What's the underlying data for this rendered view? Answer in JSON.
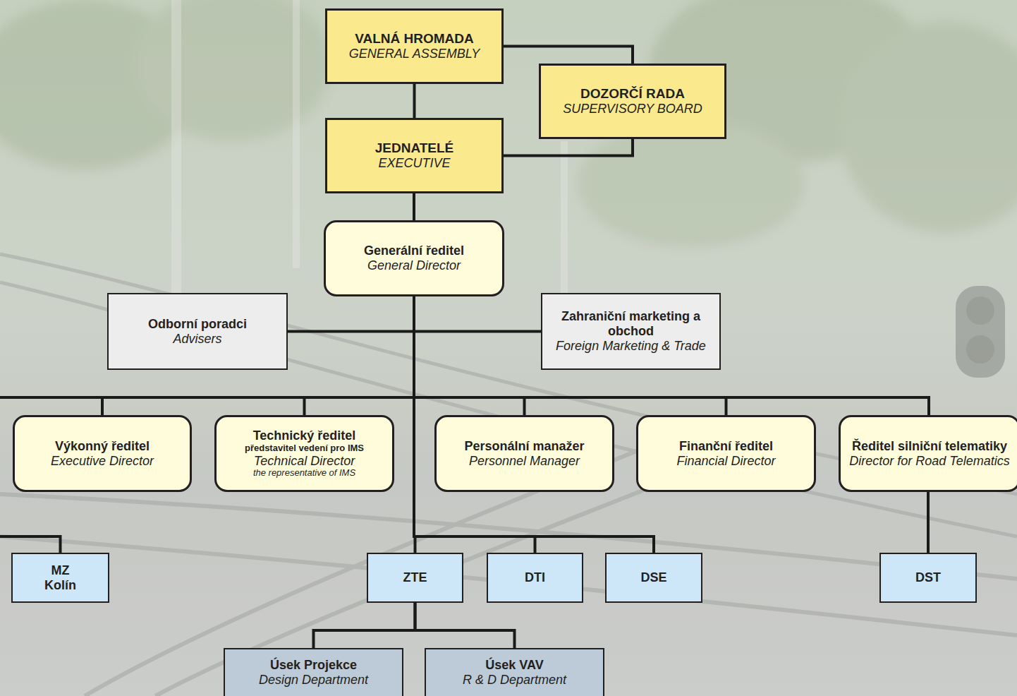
{
  "diagram": {
    "nodes": [
      {
        "text": [
          "VALNÁ HROMADA",
          "GENERAL ASSEMBLY"
        ]
      },
      {
        "text": [
          "DOZORČÍ RADA",
          "SUPERVISORY BOARD"
        ]
      },
      {
        "text": [
          "JEDNATELÉ",
          "EXECUTIVE"
        ]
      },
      {
        "text": [
          "Generální ředitel",
          "General Director"
        ]
      },
      {
        "text": [
          "Odborní poradci",
          "Advisers"
        ]
      },
      {
        "text": [
          "Zahraniční marketing a obchod",
          "Foreign Marketing & Trade"
        ]
      },
      {
        "text": [
          "Výkonný ředitel",
          "Executive Director"
        ]
      },
      {
        "text": [
          "Technický ředitel",
          "představitel vedení pro IMS",
          "Technical Director",
          "the representative of IMS"
        ]
      },
      {
        "text": [
          "Personální manažer",
          "Personnel Manager"
        ]
      },
      {
        "text": [
          "Finanční ředitel",
          "Financial Director"
        ]
      },
      {
        "text": [
          "Ředitel silniční telematiky",
          "Director for Road Telematics"
        ]
      },
      {
        "text": [
          "MZ Kolín"
        ]
      },
      {
        "text": [
          "ZTE"
        ]
      },
      {
        "text": [
          "DTI"
        ]
      },
      {
        "text": [
          "DSE"
        ]
      },
      {
        "text": [
          "DST"
        ]
      },
      {
        "text": [
          "Úsek Projekce",
          "Design Department"
        ]
      },
      {
        "text": [
          "Úsek VAV",
          "R & D Department"
        ]
      }
    ],
    "edges": [
      {
        "from": 0,
        "to": 1,
        "arrow": "none"
      },
      {
        "from": 1,
        "to": 2,
        "arrow": "none"
      },
      {
        "from": 0,
        "to": 2,
        "arrow": "none"
      },
      {
        "from": 2,
        "to": 3,
        "arrow": "none"
      },
      {
        "from": 3,
        "to": 4,
        "arrow": "none"
      },
      {
        "from": 3,
        "to": 5,
        "arrow": "none"
      },
      {
        "from": 3,
        "to": 6,
        "arrow": "none"
      },
      {
        "from": 3,
        "to": 7,
        "arrow": "none"
      },
      {
        "from": 3,
        "to": 8,
        "arrow": "none"
      },
      {
        "from": 3,
        "to": 9,
        "arrow": "none"
      },
      {
        "from": 3,
        "to": 10,
        "arrow": "none"
      },
      {
        "from": 3,
        "to": 11,
        "arrow": "none"
      },
      {
        "from": 3,
        "to": 12,
        "arrow": "none"
      },
      {
        "from": 3,
        "to": 13,
        "arrow": "none"
      },
      {
        "from": 3,
        "to": 14,
        "arrow": "none"
      },
      {
        "from": 10,
        "to": 15,
        "arrow": "none"
      },
      {
        "from": 12,
        "to": 16,
        "arrow": "none"
      },
      {
        "from": 12,
        "to": 17,
        "arrow": "none"
      }
    ]
  }
}
